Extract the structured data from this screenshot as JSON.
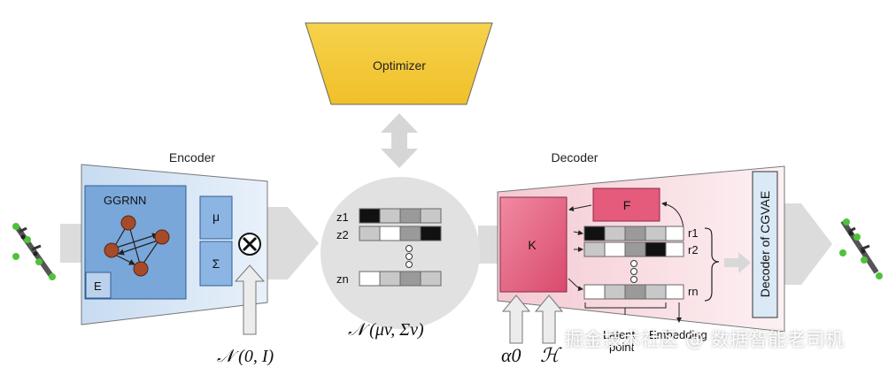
{
  "optimizer": {
    "label": "Optimizer"
  },
  "encoder": {
    "title": "Encoder",
    "ggrnn_label": "GGRNN",
    "e_label": "E",
    "mu_label": "μ",
    "sigma_label": "Σ",
    "noise_label": "𝒩 (0, I)"
  },
  "latent": {
    "rows": [
      "z1",
      "z2",
      "zn"
    ],
    "distribution_label": "𝒩 (μv, Σv)"
  },
  "decoder": {
    "title": "Decoder",
    "k_label": "K",
    "f_label": "F",
    "rows": [
      "r1",
      "r2",
      "rn"
    ],
    "cgvae_label": "Decoder of CGVAE",
    "alpha_label": "α0",
    "h_label": "ℋ",
    "bottom_labels": [
      "Latent",
      "Embedding",
      "point"
    ]
  },
  "watermark": "掘金技术社区 @ 数据智能老司机",
  "colors": {
    "optimizer_fill": "#f3c83a",
    "encoder_fill": "#cfe0f2",
    "ggrnn_fill": "#7aa7d9",
    "decoder_fill": "#f9dde2",
    "k_fill": "#e45b7c",
    "node_fill": "#a64b2a",
    "arrow_gray": "#d4d4d4"
  }
}
